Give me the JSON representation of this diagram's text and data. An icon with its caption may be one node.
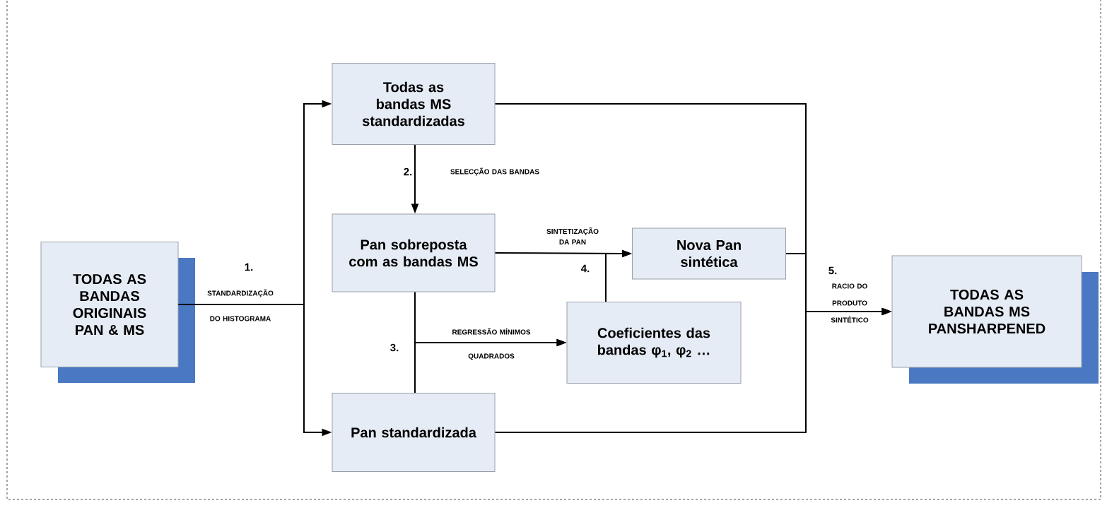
{
  "diagram": {
    "nodes": [
      {
        "text": [
          "TODAS AS BANDAS ORIGINAIS PAN & MS"
        ]
      },
      {
        "text": [
          "Todas as bandas MS standardizadas"
        ]
      },
      {
        "text": [
          "Pan sobreposta com as bandas MS"
        ]
      },
      {
        "text": [
          "Nova Pan sintética"
        ]
      },
      {
        "text": [
          "Coeficientes das bandas φ$_{1}$, φ$_{2}$ …"
        ]
      },
      {
        "text": [
          "Pan standardizada"
        ]
      },
      {
        "text": [
          "TODAS AS BANDAS MS PANSHARPENED"
        ]
      }
    ],
    "edges": [
      {
        "from": 0,
        "to": 1,
        "arrow": "to",
        "label": "STANDARDIZAÇÃO DO HISTOGRAMA"
      },
      {
        "from": 0,
        "to": 5,
        "arrow": "to"
      },
      {
        "from": 1,
        "to": 2,
        "arrow": "to",
        "label": "SELECÇÃO DAS BANDAS"
      },
      {
        "from": 2,
        "to": 3,
        "arrow": "to",
        "label": "SINTETIZAÇÃO DA PAN"
      },
      {
        "from": 4,
        "to": 3,
        "arrow": "to"
      },
      {
        "from": 2,
        "to": 4,
        "arrow": "to",
        "label": "REGRESSÃO MÍNIMOS QUADRADOS"
      },
      {
        "from": 5,
        "to": 4,
        "arrow": "to"
      },
      {
        "from": 1,
        "to": 6,
        "arrow": "to",
        "label": "RACIO DO PRODUTO SINTÉTICO"
      },
      {
        "from": 3,
        "to": 6,
        "arrow": "to"
      },
      {
        "from": 5,
        "to": 6,
        "arrow": "to"
      }
    ],
    "labels": [
      "1.",
      "2.",
      "3.",
      "4.",
      "5."
    ]
  }
}
